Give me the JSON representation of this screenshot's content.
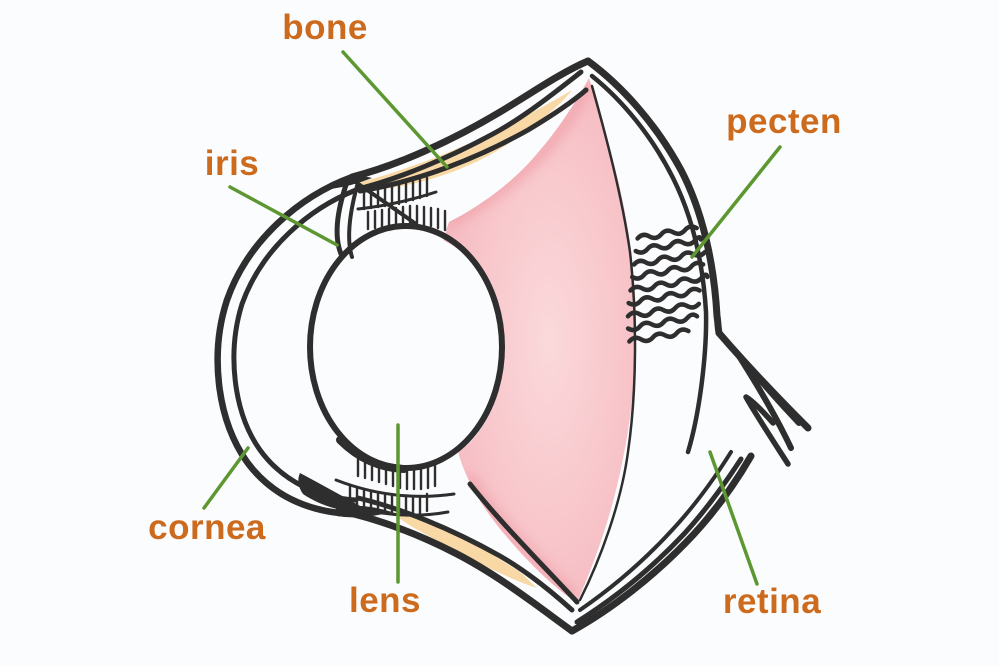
{
  "labels": {
    "bone": "bone",
    "iris": "iris",
    "pecten": "pecten",
    "cornea": "cornea",
    "lens": "lens",
    "retina": "retina"
  },
  "colors": {
    "label_text": "#cc6a1d",
    "leader_line": "#5d9732",
    "outline": "#2e2e2e",
    "vitreous_pink": "#f7c3c8",
    "vitreous_pink_light": "#fbd9db",
    "vitreous_pink_deep": "#f3b0b8",
    "vitreous_pink_edge": "#f0a6ae",
    "bone_tan": "#f8d8a5",
    "lens_fill": "#ffffff",
    "background": "#fbfcfd"
  }
}
